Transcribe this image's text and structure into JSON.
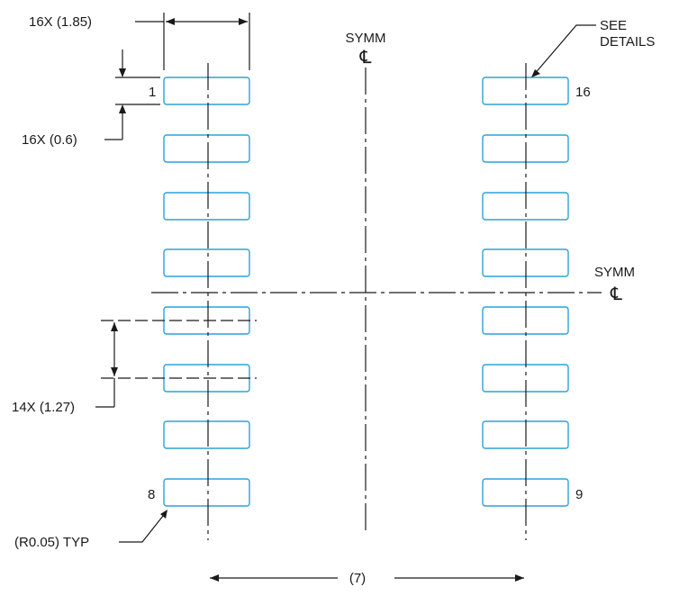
{
  "labels": {
    "pad_width": "16X (1.85)",
    "pad_height": "16X (0.6)",
    "pitch": "14X (1.27)",
    "corner_radius": "(R0.05) TYP",
    "span": "(7)",
    "symm": "SYMM",
    "centerline_symbol": "℄",
    "see_details_line1": "SEE",
    "see_details_line2": "DETAILS"
  },
  "pins": {
    "top_left": "1",
    "bottom_left": "8",
    "bottom_right": "9",
    "top_right": "16"
  },
  "colors": {
    "pad_outline": "#2ba3d6",
    "line": "#1a1a1a"
  }
}
